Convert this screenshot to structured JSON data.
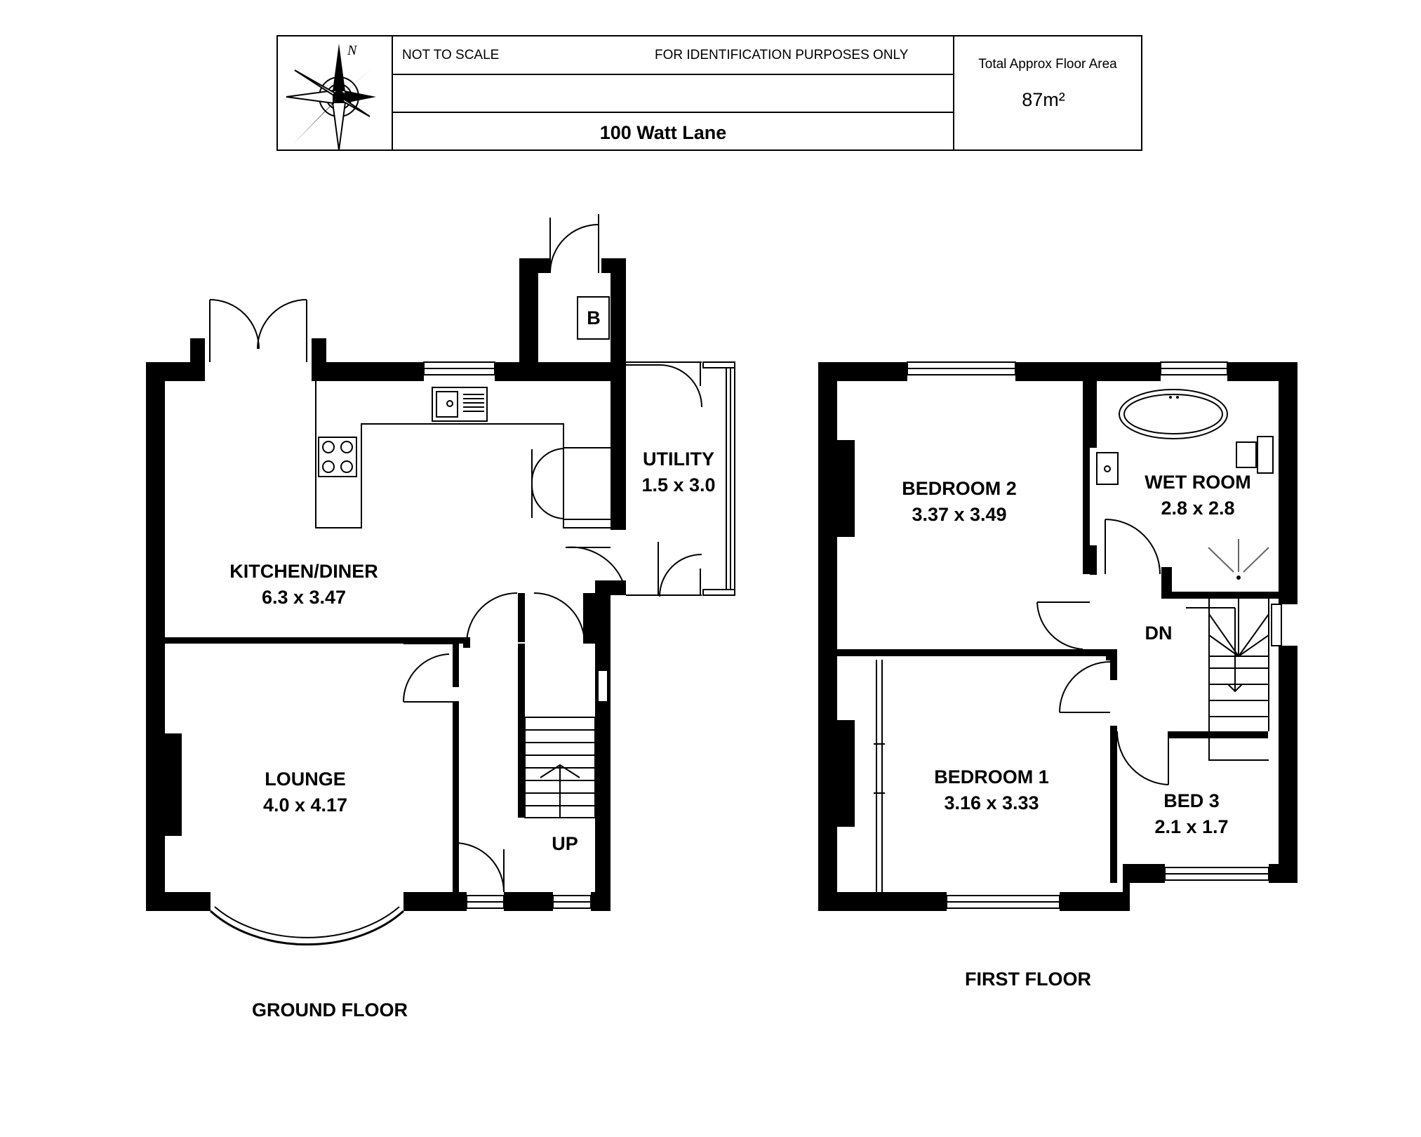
{
  "header": {
    "not_to_scale": "NOT TO SCALE",
    "identification": "FOR IDENTIFICATION PURPOSES ONLY",
    "address": "100 Watt Lane",
    "area_label": "Total Approx Floor Area",
    "area_value": "87m²",
    "compass_north": "N"
  },
  "floors": {
    "ground": "GROUND FLOOR",
    "first": "FIRST FLOOR"
  },
  "rooms": {
    "kitchen_name": "KITCHEN/DINER",
    "kitchen_size": "6.3 x 3.47",
    "utility_name": "UTILITY",
    "utility_size": "1.5 x 3.0",
    "lounge_name": "LOUNGE",
    "lounge_size": "4.0 x 4.17",
    "boiler": "B",
    "stairs_up": "UP",
    "bedroom2_name": "BEDROOM 2",
    "bedroom2_size": "3.37 x 3.49",
    "wetroom_name": "WET ROOM",
    "wetroom_size": "2.8 x 2.8",
    "stairs_down": "DN",
    "bedroom1_name": "BEDROOM 1",
    "bedroom1_size": "3.16 x 3.33",
    "bed3_name": "BED 3",
    "bed3_size": "2.1 x 1.7"
  }
}
